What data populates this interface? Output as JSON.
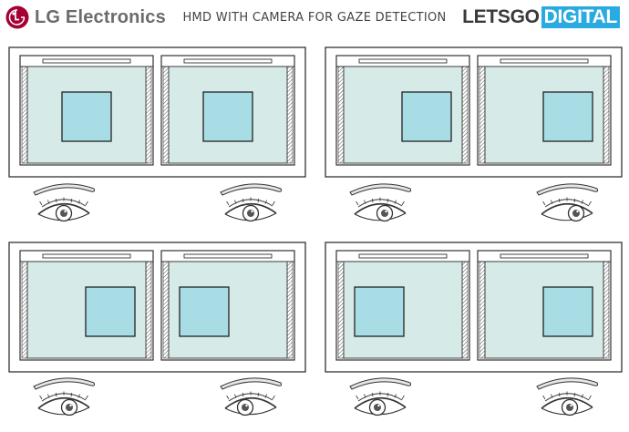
{
  "header": {
    "logo_text": "LG Electronics",
    "title": "HMD WITH CAMERA FOR GAZE DETECTION",
    "brand_part1": "LETSGO",
    "brand_part2": "DIGITAL"
  },
  "colors": {
    "lg_red": "#a50034",
    "screen_fill": "#d6ebe8",
    "target_fill": "#a8dde6",
    "line": "#333333",
    "brand_blue": "#29abe2"
  },
  "icons": [
    "lg-logo-icon",
    "eye-icon",
    "eyebrow-icon",
    "target-square"
  ],
  "panels": [
    {
      "id": "top-left",
      "left_target": "center",
      "right_target": "center",
      "gaze": "center"
    },
    {
      "id": "top-right",
      "left_target": "right",
      "right_target": "right",
      "gaze": "right"
    },
    {
      "id": "bottom-left",
      "left_target": "right",
      "right_target": "left",
      "gaze": "converge"
    },
    {
      "id": "bottom-right",
      "left_target": "left",
      "right_target": "right",
      "gaze": "diverge"
    }
  ]
}
